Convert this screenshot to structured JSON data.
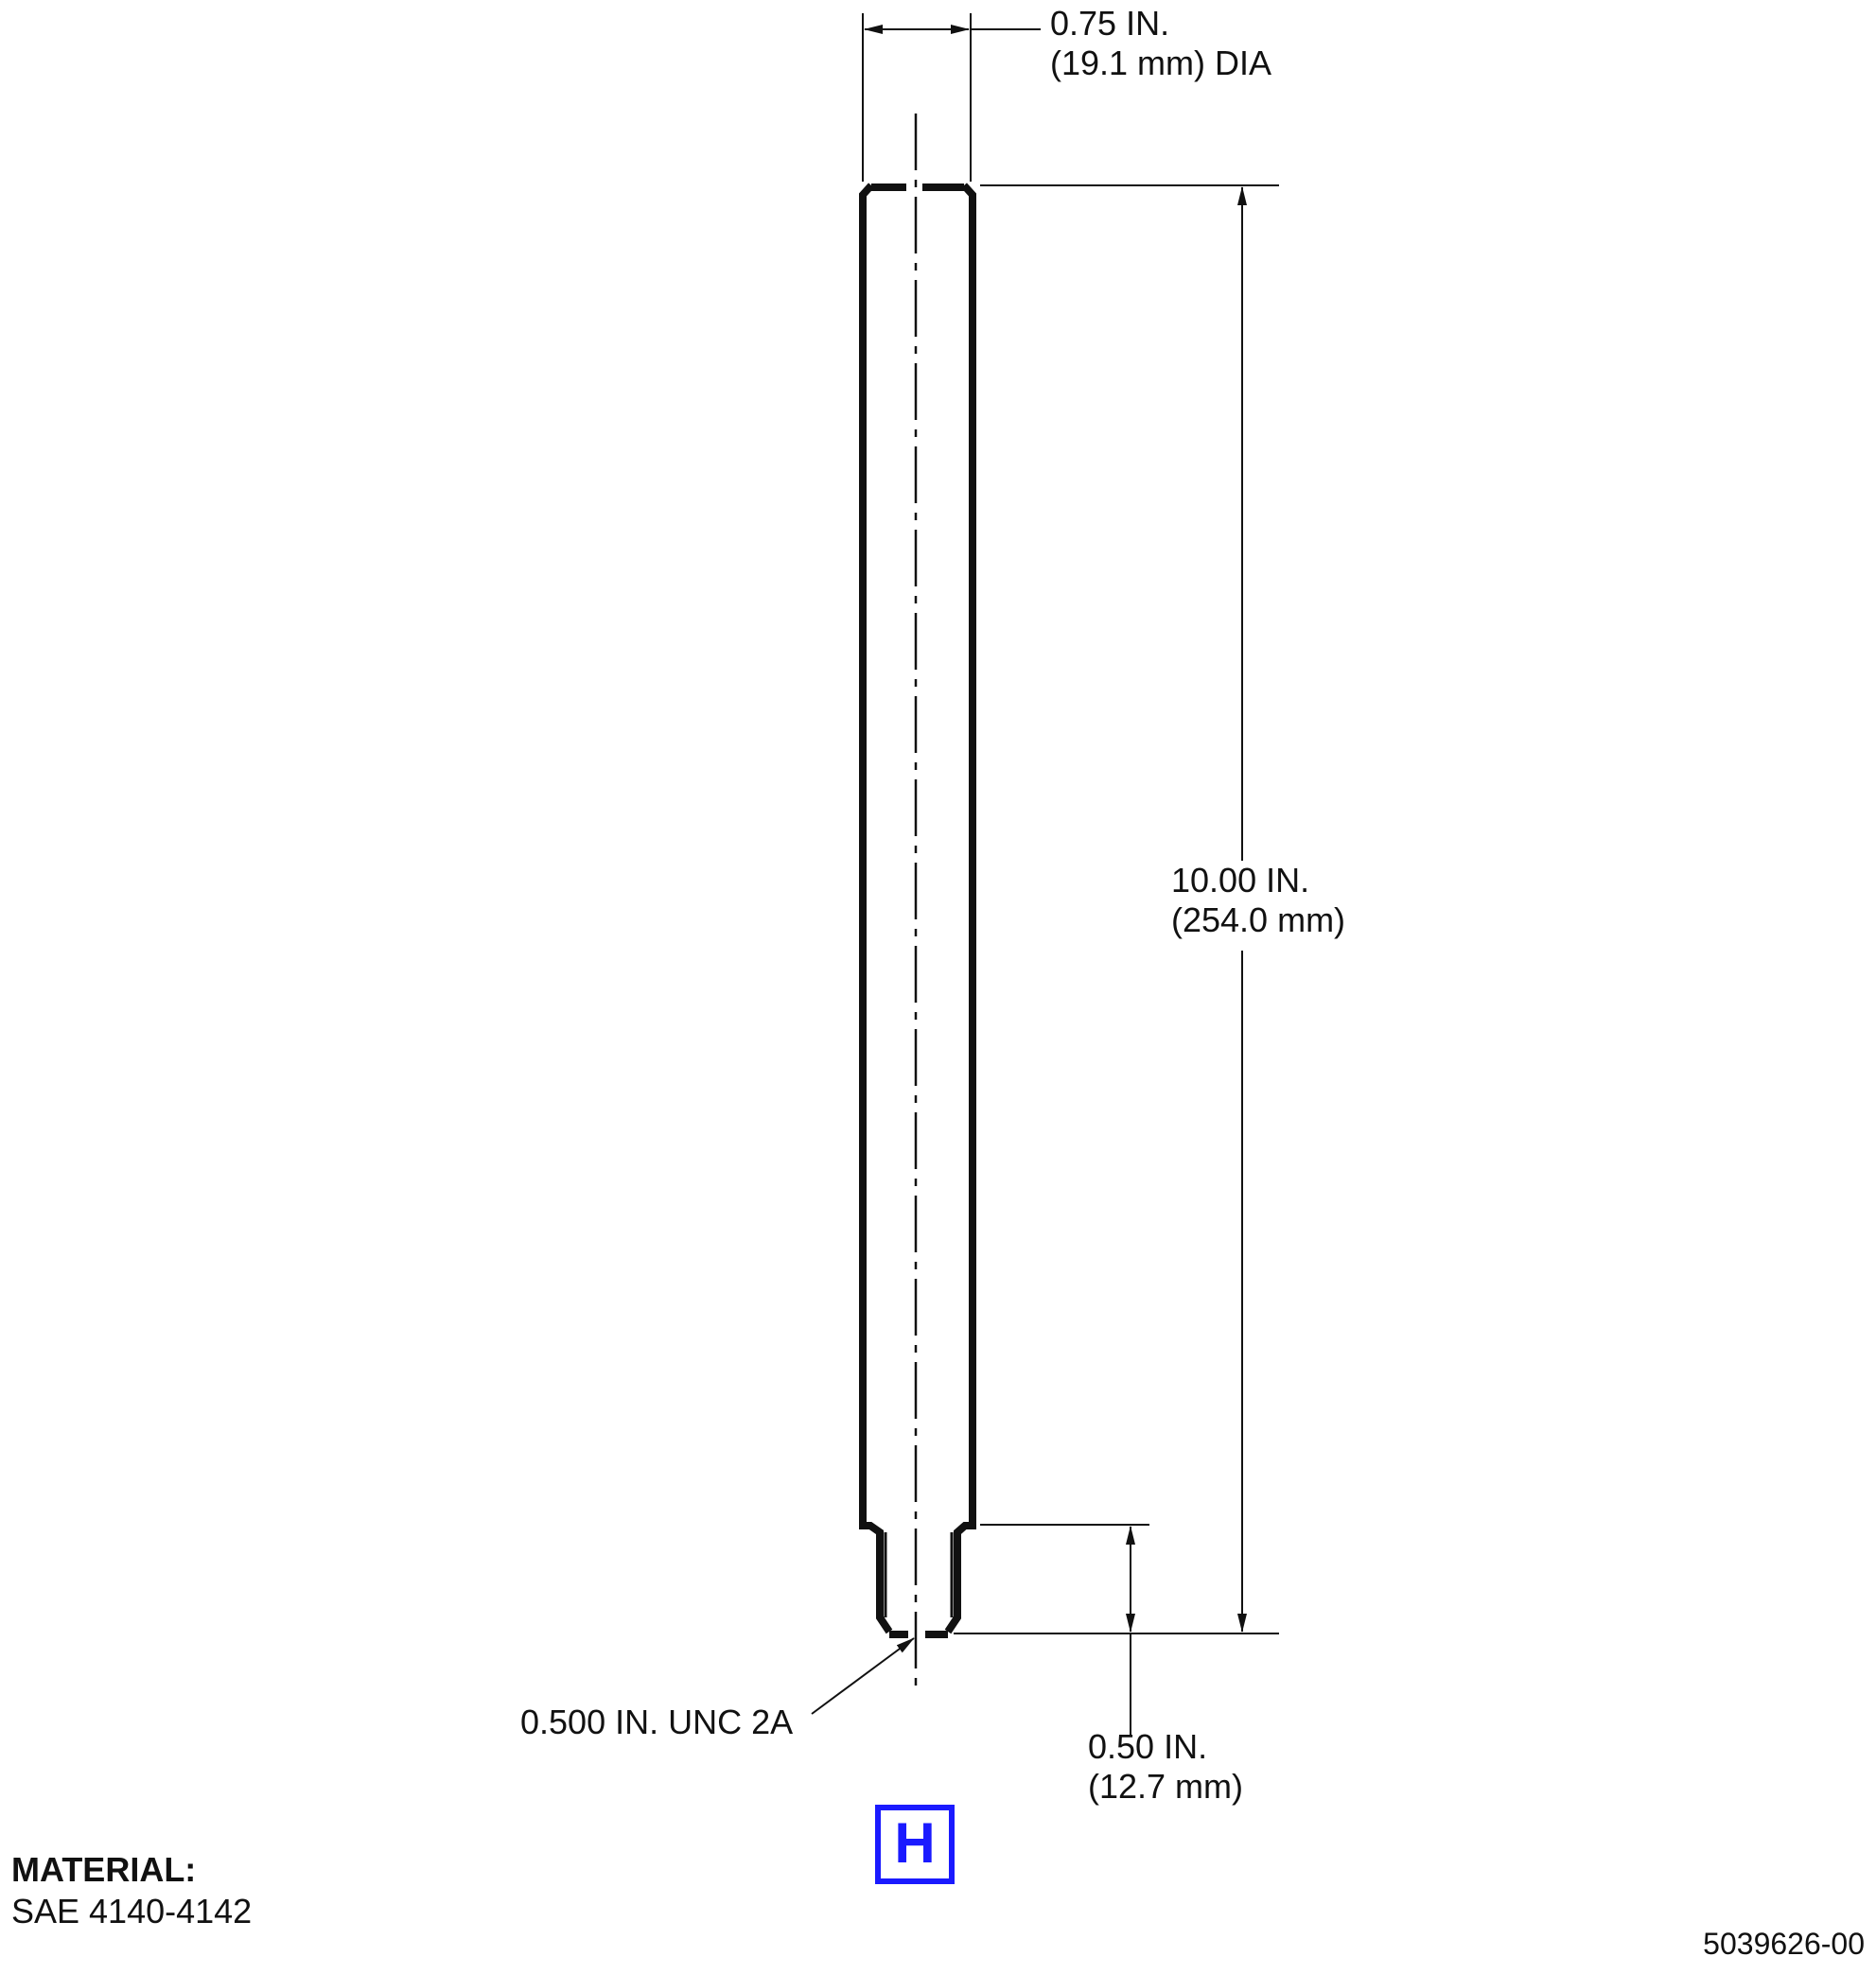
{
  "dimensions": {
    "diameter": {
      "line1": "0.75 IN.",
      "line2": "(19.1 mm) DIA"
    },
    "length": {
      "line1": "10.00 IN.",
      "line2": "(254.0 mm)"
    },
    "thread_length": {
      "line1": "0.50 IN.",
      "line2": "(12.7 mm)"
    },
    "thread_spec": "0.500 IN. UNC 2A"
  },
  "badge": {
    "letter": "H",
    "color": "#1a1aff"
  },
  "material": {
    "heading": "MATERIAL:",
    "value": "SAE 4140-4142"
  },
  "drawing_number": "5039626-00"
}
